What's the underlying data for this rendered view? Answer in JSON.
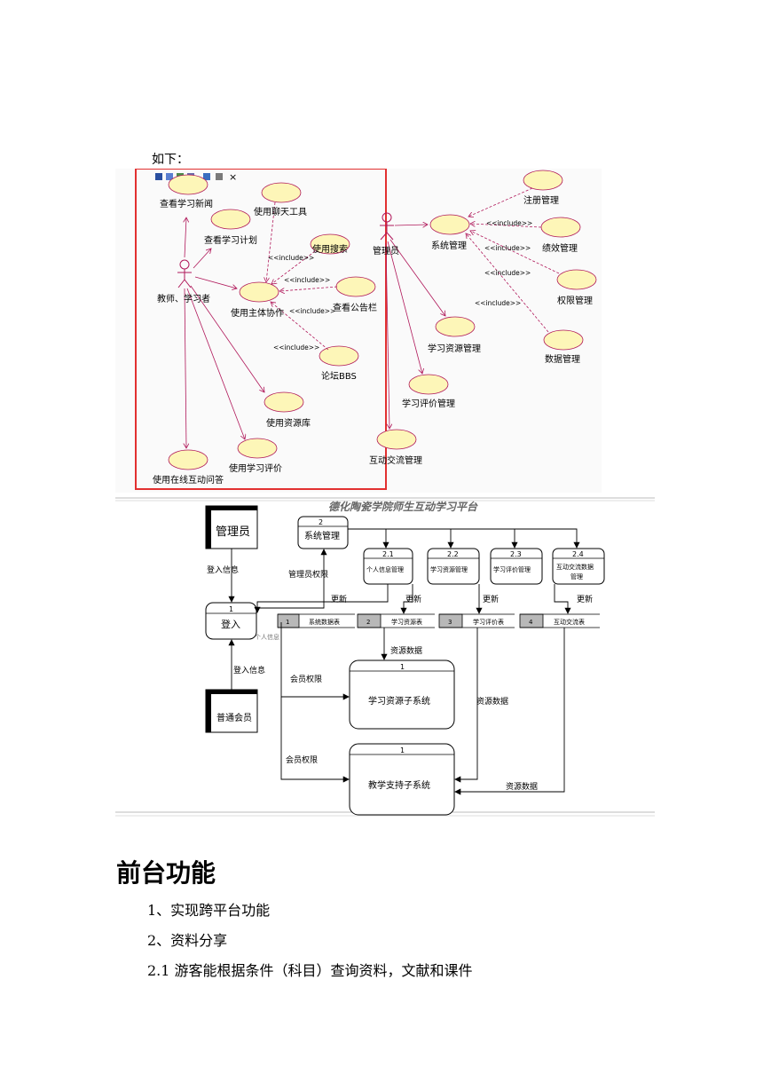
{
  "intro": "如下：",
  "fig1": {
    "teacher_actor": "教师、学习者",
    "admin_actor": "管理员",
    "uc_news": "查看学习新闻",
    "uc_plan": "查看学习计划",
    "uc_chat": "使用聊天工具",
    "uc_search": "使用搜索",
    "uc_collab": "使用主体协作",
    "uc_notice": "查看公告栏",
    "uc_bbs": "论坛BBS",
    "uc_resource_lib": "使用资源库",
    "uc_eval": "使用学习评价",
    "uc_qa": "使用在线互动问答",
    "uc_sys": "系统管理",
    "uc_register": "注册管理",
    "uc_perf": "绩效管理",
    "uc_perm": "权限管理",
    "uc_data": "数据管理",
    "uc_res_mgmt": "学习资源管理",
    "uc_eval_mgmt": "学习评价管理",
    "uc_interact_mgmt": "互动交流管理",
    "include": "<<include>>",
    "toolbar_close": "×"
  },
  "fig2": {
    "title": "德化陶瓷学院师生互动学习平台",
    "admin": "管理员",
    "member": "普通会员",
    "p2_num": "2",
    "p2_label": "系统管理",
    "p21_num": "2.1",
    "p21_label": "个人信息管理",
    "p22_num": "2.2",
    "p22_label": "学习资源管理",
    "p23_num": "2.3",
    "p23_label": "学习评价管理",
    "p24_num": "2.4",
    "p24_label1": "互动交流数据",
    "p24_label2": "管理",
    "p1_num": "1",
    "p1_label": "登入",
    "login_info": "登入信息",
    "admin_perm": "管理员权限",
    "update": "更新",
    "ds1_num": "1",
    "ds1_label": "系统数据表",
    "ds2_num": "2",
    "ds2_label": "学习资源表",
    "ds3_num": "3",
    "ds3_label": "学习评价表",
    "ds4_num": "4",
    "ds4_label": "互动交流表",
    "personal_info": "个人信息",
    "resource_data": "资源数据",
    "member_perm": "会员权限",
    "sub1_num": "1",
    "sub1_label": "学习资源子系统",
    "sub2_num": "1",
    "sub2_label": "教学支持子系统"
  },
  "section_heading": "前台功能",
  "items": [
    "1、实现跨平台功能",
    "2、资料分享",
    "2.1 游客能根据条件（科目）查询资料，文献和课件"
  ]
}
